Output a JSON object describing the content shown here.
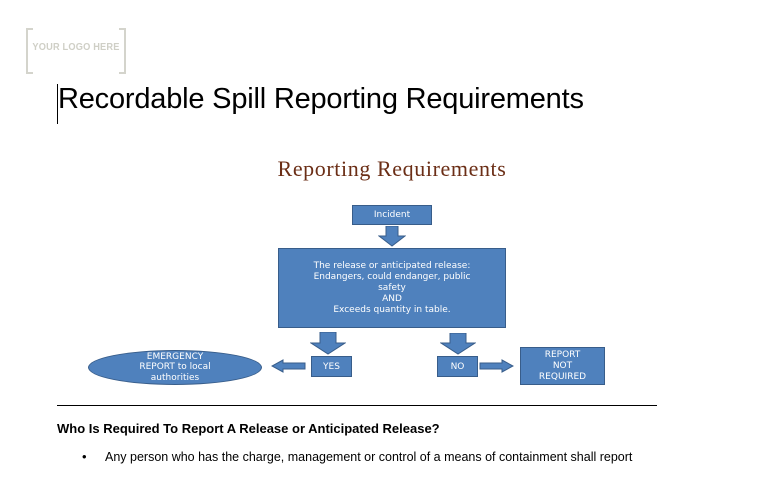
{
  "logo": {
    "text": "YOUR LOGO HERE"
  },
  "document": {
    "title": "Recordable Spill Reporting Requirements"
  },
  "diagram": {
    "title": "Reporting Requirements",
    "incident": "Incident",
    "condition_lines": [
      "The release or anticipated release:",
      "Endangers, could endanger, public",
      "safety",
      "AND",
      "Exceeds quantity in table."
    ],
    "yes": "YES",
    "no": "NO",
    "emergency_lines": [
      "EMERGENCY",
      "REPORT to local",
      "authorities"
    ],
    "not_required_lines": [
      "REPORT",
      "NOT",
      "REQUIRED"
    ],
    "colors": {
      "box_fill": "#4f81bd",
      "box_border": "#385d8a",
      "title": "#6b2e16"
    }
  },
  "section": {
    "heading": "Who Is Required To Report A Release or Anticipated Release?",
    "bullets": [
      "Any person who has the charge, management or control of a means of containment shall report"
    ]
  }
}
